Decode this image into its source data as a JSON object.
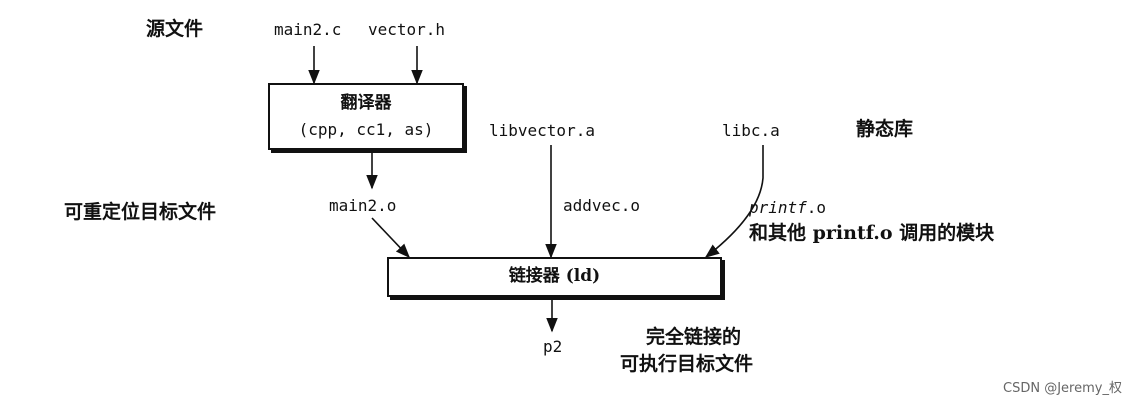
{
  "labels": {
    "source_files": "源文件",
    "relocatable_files": "可重定位目标文件",
    "static_libraries": "静态库",
    "fully_linked_line1": "完全链接的",
    "fully_linked_line2": "可执行目标文件"
  },
  "files": {
    "main2_c": "main2.c",
    "vector_h": "vector.h",
    "libvector_a": "libvector.a",
    "libc_a": "libc.a",
    "main2_o": "main2.o",
    "addvec_o": "addvec.o",
    "printf_o_name": "printf",
    "printf_o_ext": ".o",
    "printf_modules": "和其他 printf.o 调用的模块",
    "p2": "p2"
  },
  "translator": {
    "title": "翻译器",
    "tools": "(cpp, cc1, as)"
  },
  "linker": {
    "title": "链接器 (ld)"
  },
  "watermark": "CSDN @Jeremy_权"
}
